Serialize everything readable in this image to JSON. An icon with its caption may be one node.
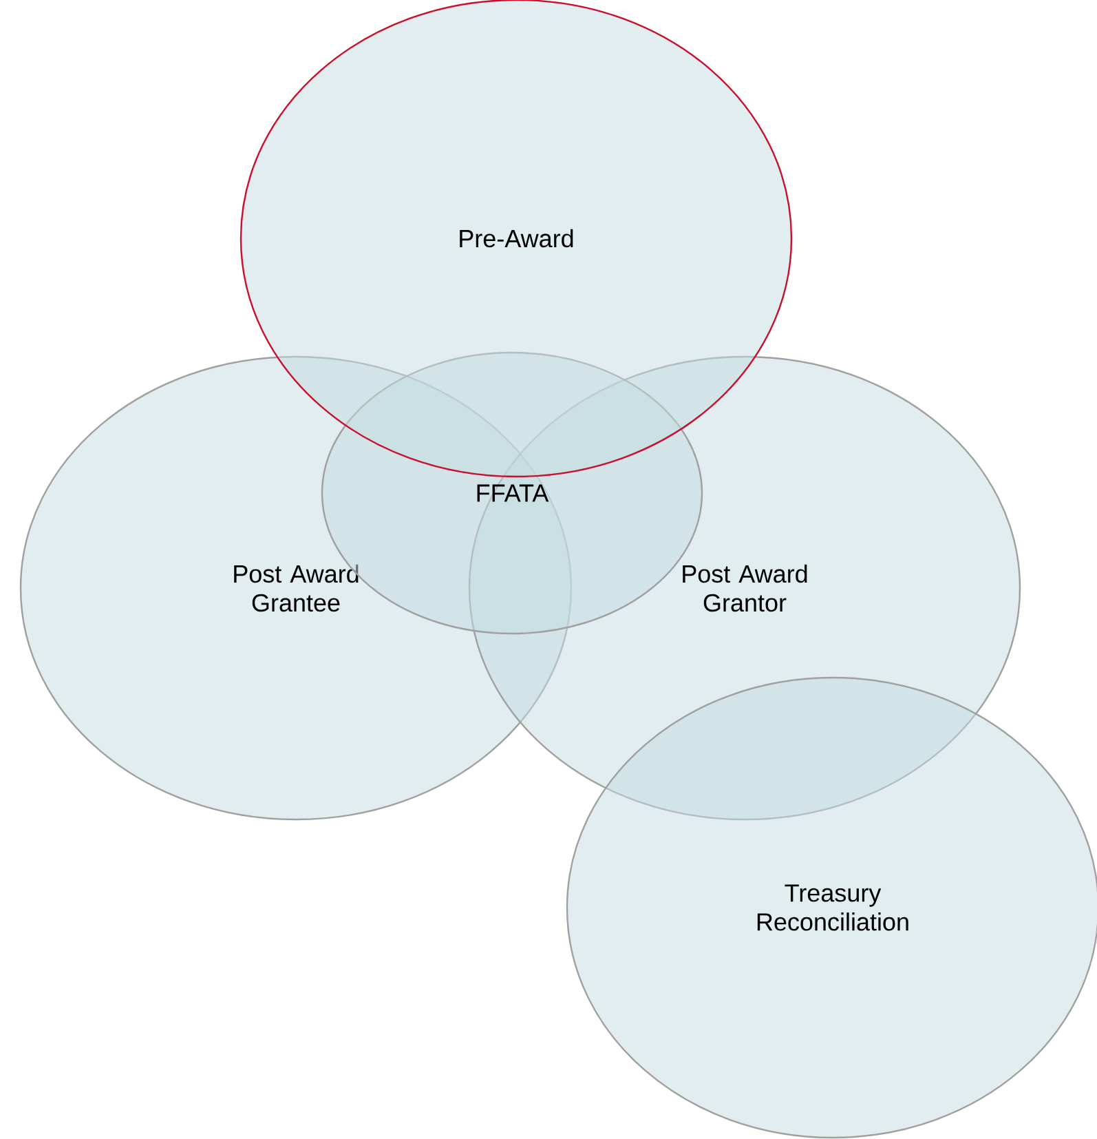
{
  "diagram": {
    "nodes": [
      {
        "text": [
          "Pre-Award"
        ]
      },
      {
        "text": [
          "FFATA"
        ]
      },
      {
        "text": [
          "Post Award Grantee"
        ]
      },
      {
        "text": [
          "Post Award Grantor"
        ]
      },
      {
        "text": [
          "Treasury Reconciliation"
        ]
      }
    ]
  }
}
